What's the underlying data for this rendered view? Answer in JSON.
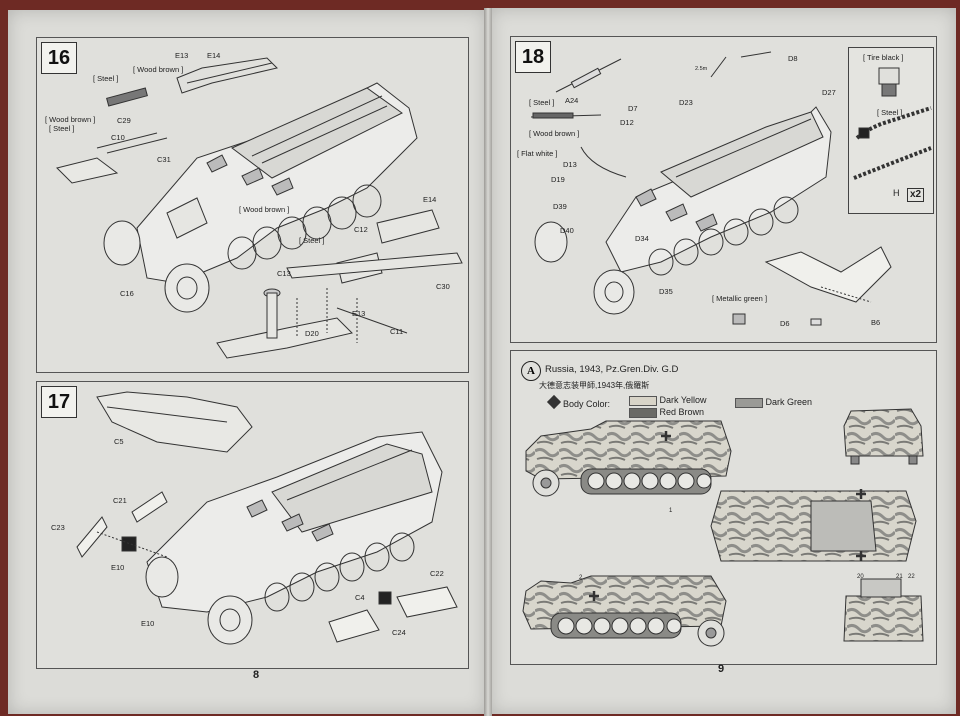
{
  "left_page": {
    "page_number": "8",
    "step16": {
      "number": "16",
      "labels": {
        "wood_brown_1": "[ Wood brown ]",
        "steel_1": "[ Steel ]",
        "e13_top": "E13",
        "e14_top": "E14",
        "c29": "C29",
        "wood_brown_2": "[ Wood brown ]",
        "steel_2": "[ Steel ]",
        "c10": "C10",
        "c31": "C31",
        "wood_brown_3": "[ Wood brown ]",
        "steel_3": "[ Steel ]",
        "e14_right": "E14",
        "c12": "C12",
        "c13": "C13",
        "c30": "C30",
        "c16": "C16",
        "e13_bottom": "E13",
        "c11": "C11",
        "d20": "D20"
      }
    },
    "step17": {
      "number": "17",
      "labels": {
        "c5": "C5",
        "c21": "C21",
        "c23": "C23",
        "e10_1": "E10",
        "e10_2": "E10",
        "c22": "C22",
        "c4": "C4",
        "c24": "C24"
      }
    }
  },
  "right_page": {
    "page_number": "9",
    "step18": {
      "number": "18",
      "labels": {
        "steel": "[ Steel ]",
        "a24": "A24",
        "wood_brown": "[ Wood brown ]",
        "flat_white": "[ Flat white ]",
        "d7": "D7",
        "d12": "D12",
        "d13": "D13",
        "d19": "D19",
        "d39": "D39",
        "d40": "D40",
        "d23": "D23",
        "d8": "D8",
        "d27": "D27",
        "d34": "D34",
        "d35": "D35",
        "metallic_green": "[ Metallic green ]",
        "d6": "D6",
        "b6": "B6",
        "dim": "2.5m"
      },
      "inset": {
        "tire_black": "[ Tire black ]",
        "steel": "[ Steel ]",
        "part": "H",
        "multiplier": "x2"
      }
    },
    "scheme": {
      "letter": "A",
      "title": "Russia, 1943, Pz.Gren.Div. G.D",
      "subtitle_cn": "大德意志装甲師,1943年,俄羅斯",
      "body_color_label": "Body Color:",
      "colors": [
        {
          "name": "Dark Yellow",
          "hex": "#d8d4c8"
        },
        {
          "name": "Dark Green",
          "hex": "#9a9a96"
        },
        {
          "name": "Red Brown",
          "hex": "#6a6a66"
        }
      ],
      "callouts": [
        "1",
        "2",
        "20",
        "21",
        "22"
      ]
    }
  }
}
